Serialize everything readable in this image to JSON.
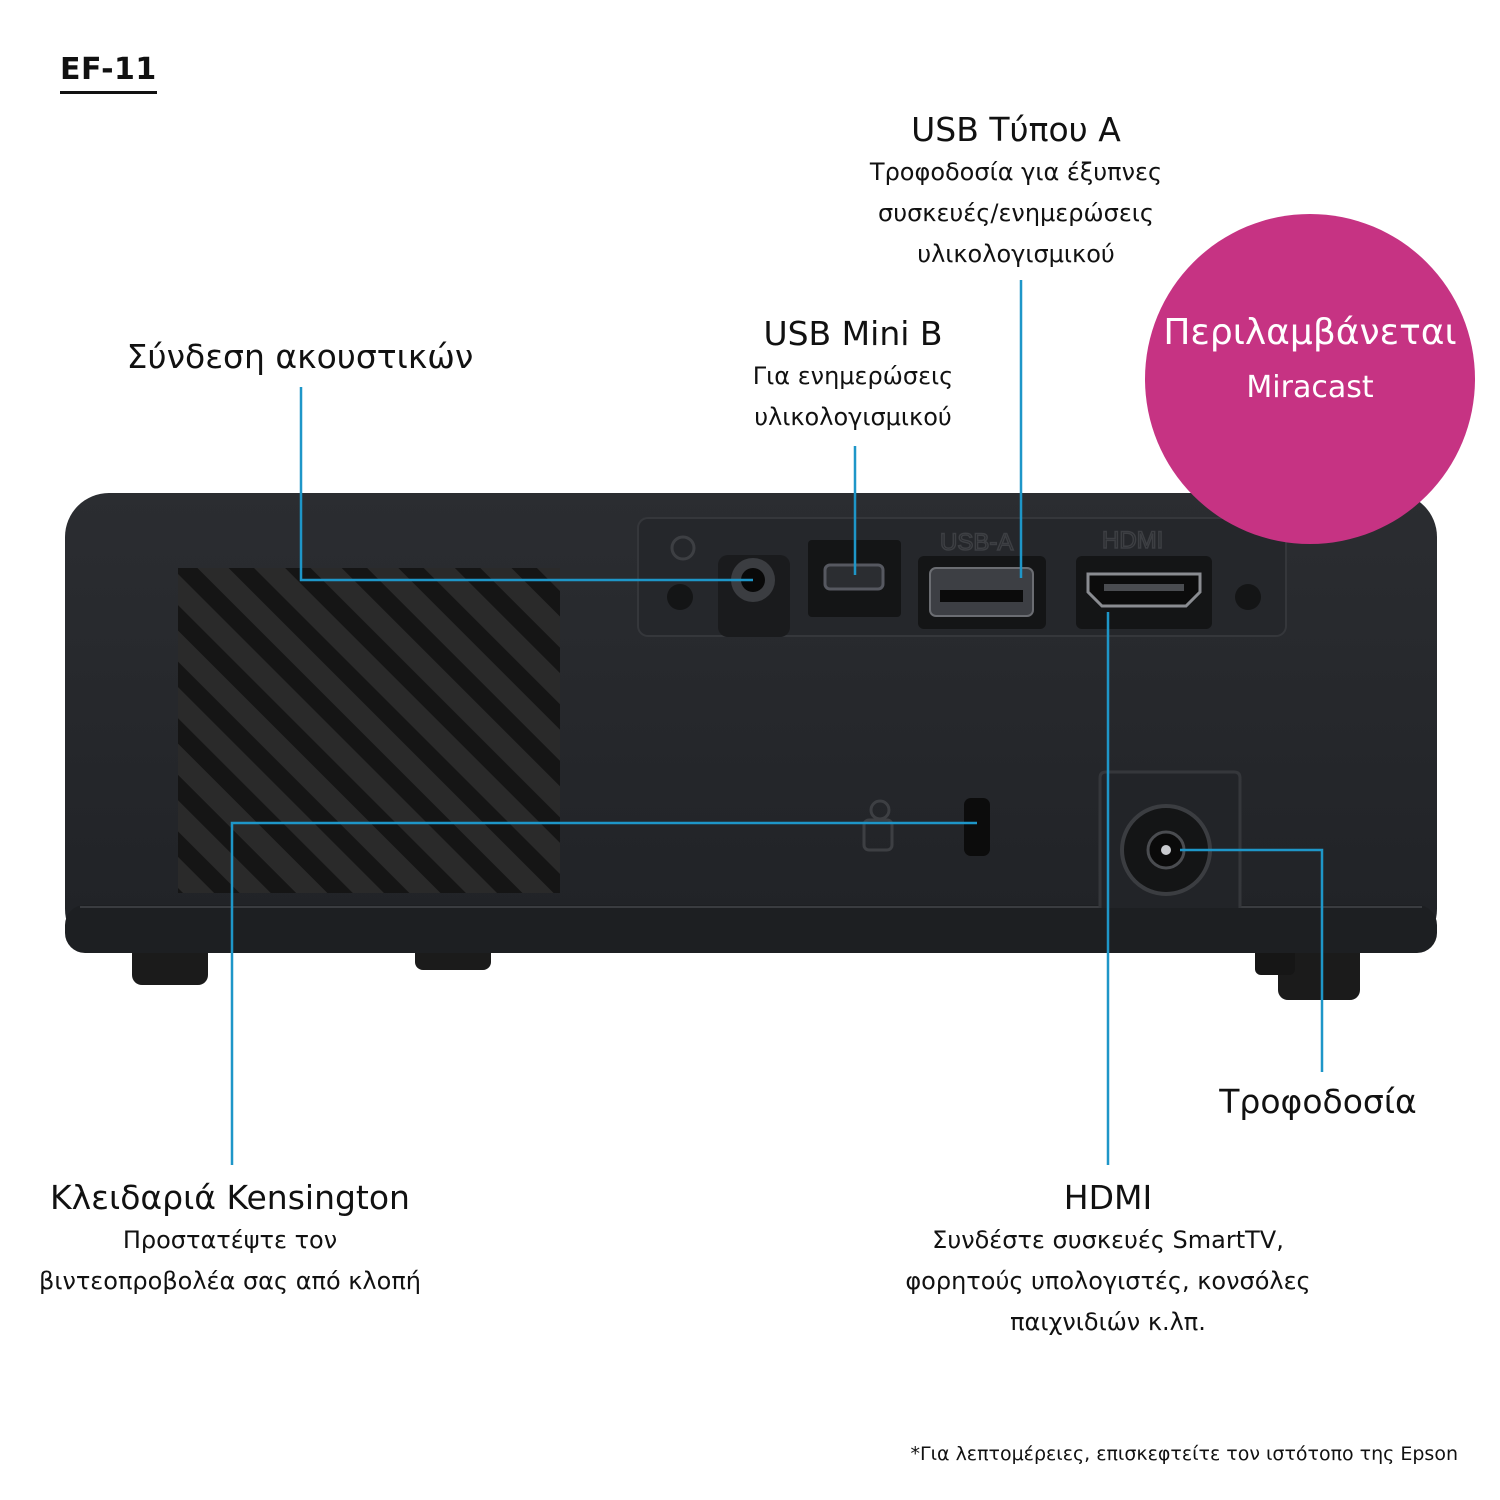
{
  "model": "EF-11",
  "badge": {
    "line1": "Περιλαμβάνεται",
    "line2": "Miracast",
    "color": "#c63383"
  },
  "callouts": {
    "headphone": {
      "title": "Σύνδεση ακουστικών"
    },
    "usb_mini": {
      "title": "USB Mini B",
      "desc1": "Για ενημερώσεις",
      "desc2": "υλικολογισμικού"
    },
    "usb_a": {
      "title": "USB Τύπου A",
      "desc1": "Τροφοδοσία για έξυπνες",
      "desc2": "συσκευές/ενημερώσεις",
      "desc3": "υλικολογισμικού"
    },
    "kensington": {
      "title": "Κλειδαριά Kensington",
      "desc1": "Προστατέψτε τον",
      "desc2": "βιντεοπροβολέα σας από κλοπή"
    },
    "hdmi": {
      "title": "HDMI",
      "desc1": "Συνδέστε συσκευές SmartTV,",
      "desc2": "φορητούς υπολογιστές, κονσόλες",
      "desc3": "παιχνιδιών κ.λπ."
    },
    "power": {
      "title": "Τροφοδοσία"
    }
  },
  "port_labels": {
    "usb_a": "USB-A",
    "hdmi": "HDMI"
  },
  "footnote": "*Για λεπτομέρειες, επισκεφτείτε τον ιστότοπο της Epson",
  "line_color": "#1e96c8"
}
